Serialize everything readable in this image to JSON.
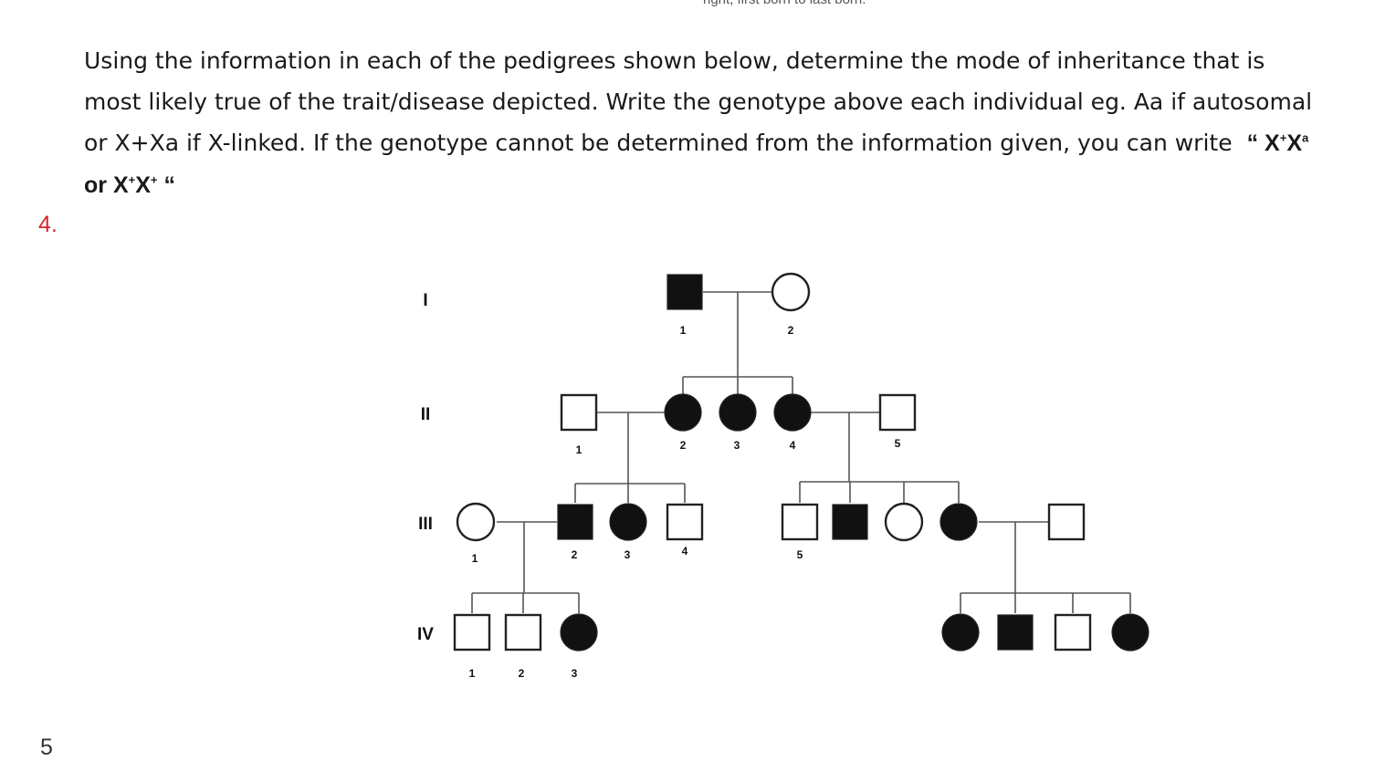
{
  "header": {
    "cut_text": "right, first born to last born.",
    "instructions": "Using the information in each of the pedigrees shown below, determine the mode of inheritance that is most likely true of the trait/disease depicted.  Write the genotype above each individual eg. Aa if autosomal or X+Xa if X-linked.  If the genotype cannot be determined from the information given, you can write",
    "formula": {
      "open_quote": "“",
      "x1": "X",
      "s1": "+",
      "x2": "X",
      "s2": "a",
      "or": "or",
      "x3": "X",
      "s3": "+",
      "x4": "X",
      "s4": "+",
      "close_quote": "“"
    }
  },
  "question_number": "4.",
  "next_question_number": "5",
  "pedigree": {
    "generations": [
      "I",
      "II",
      "III",
      "IV"
    ],
    "individuals": [
      {
        "id": "I-1",
        "sex": "male",
        "affected": true,
        "label": "1"
      },
      {
        "id": "I-2",
        "sex": "female",
        "affected": false,
        "label": "2"
      },
      {
        "id": "II-1",
        "sex": "male",
        "affected": false,
        "label": "1"
      },
      {
        "id": "II-2",
        "sex": "female",
        "affected": true,
        "label": "2"
      },
      {
        "id": "II-3",
        "sex": "female",
        "affected": true,
        "label": "3"
      },
      {
        "id": "II-4",
        "sex": "female",
        "affected": true,
        "label": "4"
      },
      {
        "id": "II-5",
        "sex": "male",
        "affected": false,
        "label": "5"
      },
      {
        "id": "III-1",
        "sex": "female",
        "affected": false,
        "label": "1"
      },
      {
        "id": "III-2",
        "sex": "male",
        "affected": true,
        "label": "2"
      },
      {
        "id": "III-3",
        "sex": "female",
        "affected": true,
        "label": "3"
      },
      {
        "id": "III-4",
        "sex": "male",
        "affected": false,
        "label": "4"
      },
      {
        "id": "III-5",
        "sex": "male",
        "affected": false,
        "label": "5"
      },
      {
        "id": "III-6",
        "sex": "male",
        "affected": true,
        "label": ""
      },
      {
        "id": "III-7",
        "sex": "female",
        "affected": false,
        "label": ""
      },
      {
        "id": "III-8",
        "sex": "female",
        "affected": true,
        "label": ""
      },
      {
        "id": "III-9",
        "sex": "male",
        "affected": false,
        "label": ""
      },
      {
        "id": "IV-1",
        "sex": "male",
        "affected": false,
        "label": "1"
      },
      {
        "id": "IV-2",
        "sex": "male",
        "affected": false,
        "label": "2"
      },
      {
        "id": "IV-3",
        "sex": "female",
        "affected": true,
        "label": "3"
      },
      {
        "id": "IV-4",
        "sex": "female",
        "affected": true,
        "label": ""
      },
      {
        "id": "IV-5",
        "sex": "male",
        "affected": true,
        "label": ""
      },
      {
        "id": "IV-6",
        "sex": "male",
        "affected": false,
        "label": ""
      },
      {
        "id": "IV-7",
        "sex": "female",
        "affected": true,
        "label": ""
      }
    ]
  },
  "colors": {
    "affected": "#111111",
    "unaffected": "#ffffff",
    "line": "#555555",
    "question_number": "#d7262b"
  }
}
